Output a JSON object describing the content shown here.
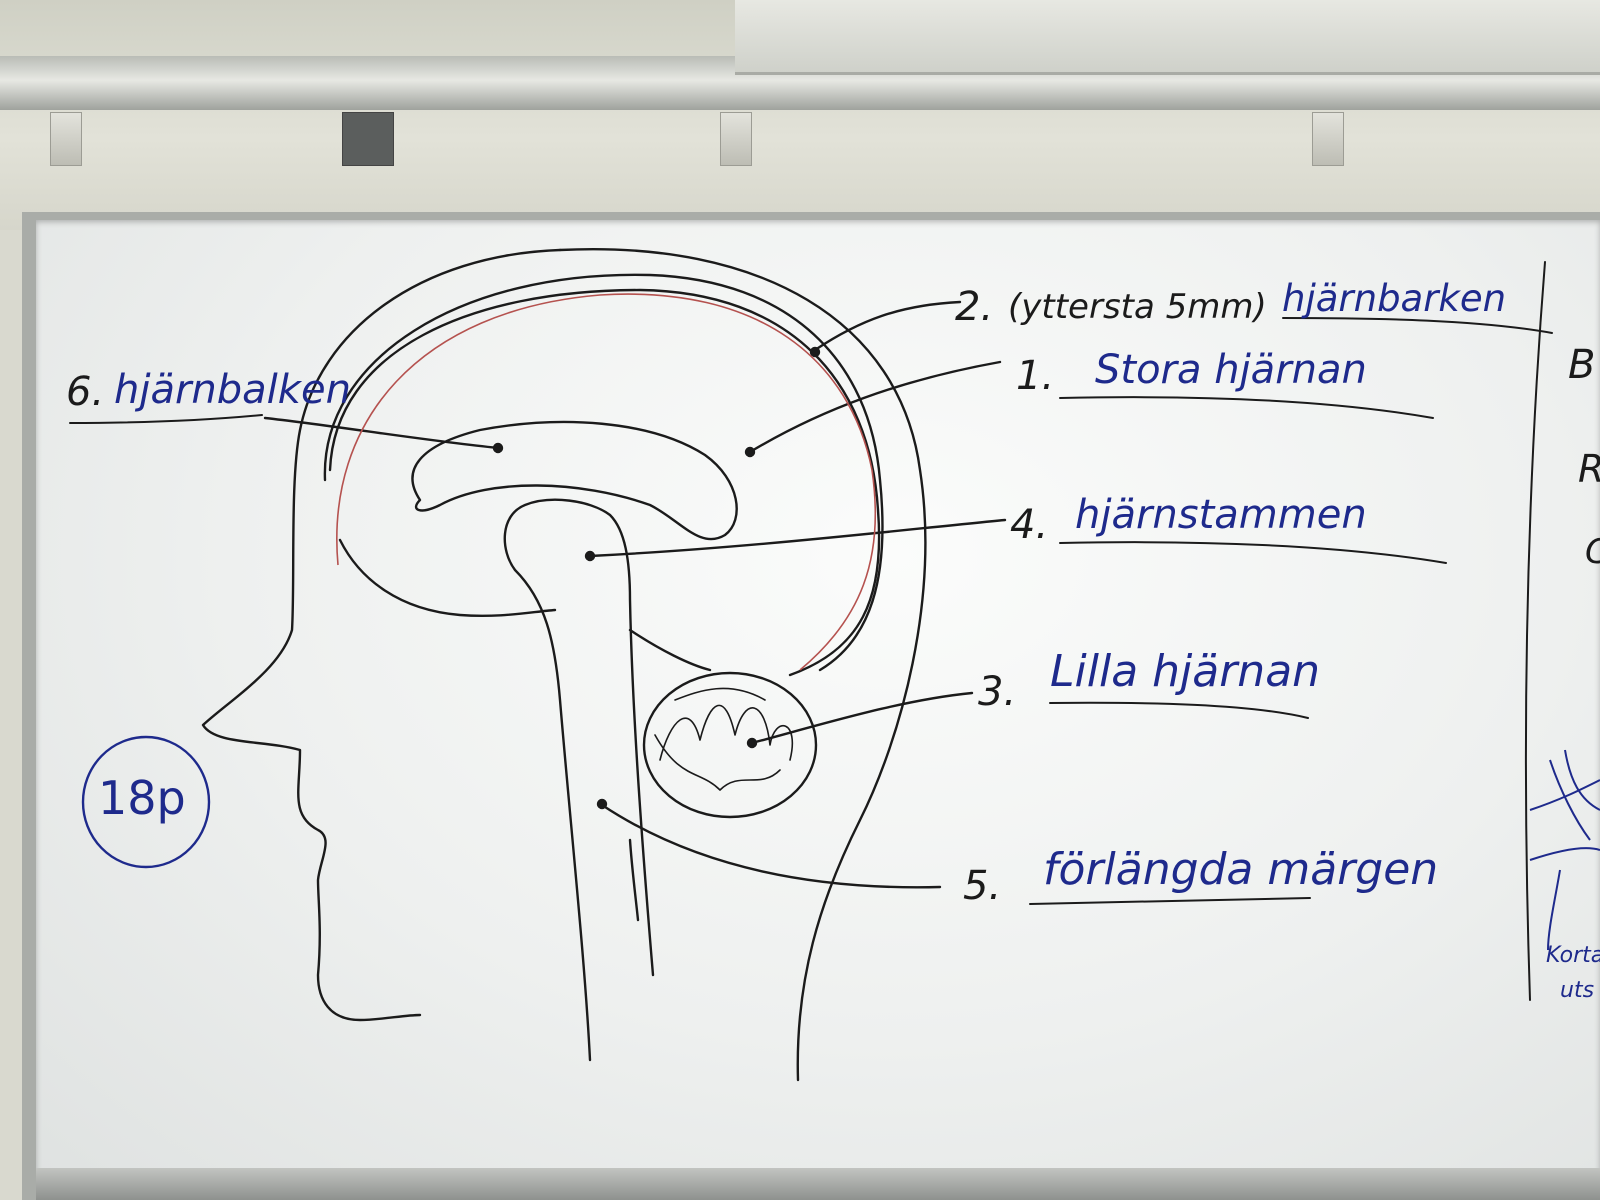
{
  "labels": {
    "cortex_num": "2.",
    "cortex_note": "(yttersta 5mm)",
    "cortex_name": "hjärnbarken",
    "cerebrum_num": "1.",
    "cerebrum_name": "Stora hjärnan",
    "corpus_num": "6.",
    "corpus_name": "hjärnbalken",
    "brainstem_num": "4.",
    "brainstem_name": "hjärnstammen",
    "cerebellum_num": "3.",
    "cerebellum_name": "Lilla hjärnan",
    "medulla_num": "5.",
    "medulla_name": "förlängda märgen",
    "points": "18p"
  },
  "edge_fragments": {
    "right_1": "B",
    "right_2": "R",
    "right_3": "C",
    "right_4": "Korta",
    "right_5": "uts"
  },
  "colors": {
    "marker_blue": "#1e2a8c",
    "marker_black": "#1b1b1b",
    "marker_red": "#b5524f"
  }
}
